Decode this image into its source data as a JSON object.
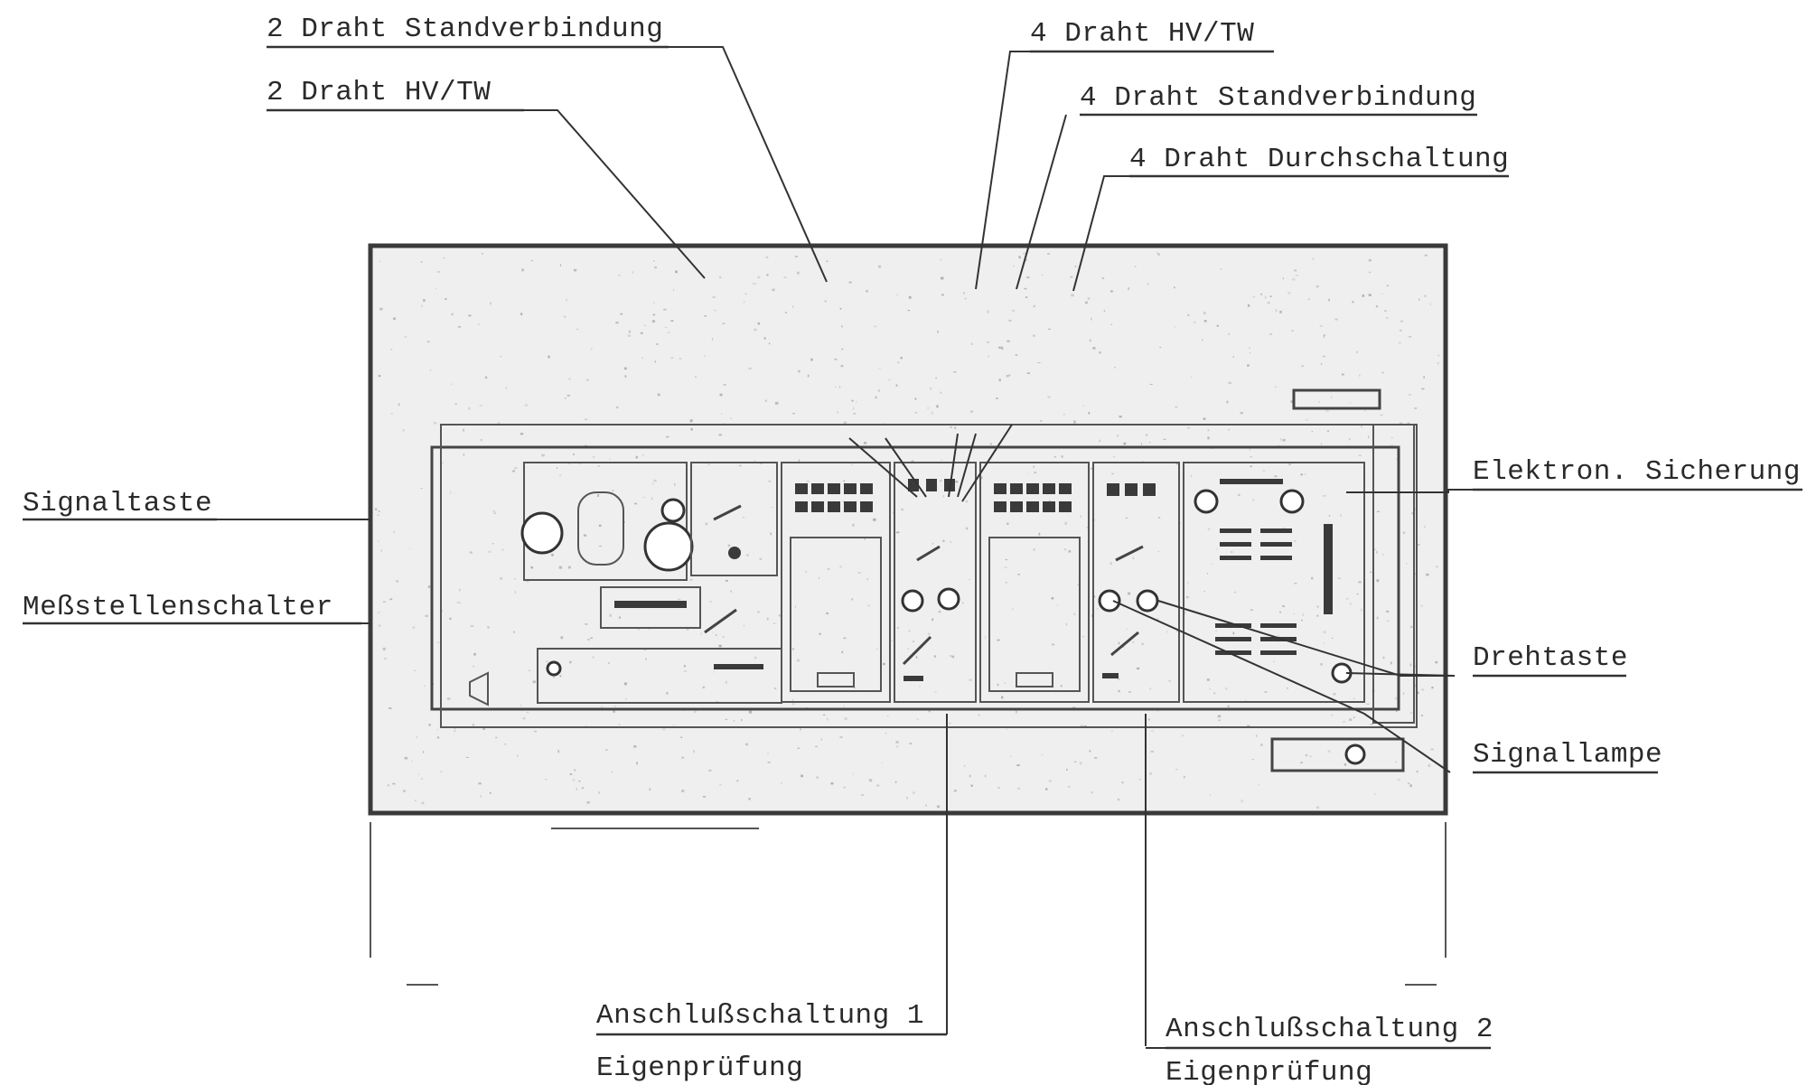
{
  "labels": {
    "top_2draht_standverbindung": "2 Draht Standverbindung",
    "top_2draht_hvtw": "2 Draht  HV/TW",
    "top_4draht_hvtw": "4 Draht  HV/TW",
    "top_4draht_standverbindung": "4 Draht Standverbindung",
    "top_4draht_durchschaltung": "4 Draht Durchschaltung",
    "left_signaltaste": "Signaltaste",
    "left_messstellenschalter": "Meßstellenschalter",
    "right_elektron_sicherung": "Elektron. Sicherung",
    "right_drehtaste": "Drehtaste",
    "right_signallampe": "Signallampe",
    "bottom_anschluss1": "Anschlußschaltung 1",
    "bottom_eigen1": "Eigenprüfung",
    "bottom_anschluss2": "Anschlußschaltung 2",
    "bottom_eigen2": "Eigenprüfung"
  }
}
